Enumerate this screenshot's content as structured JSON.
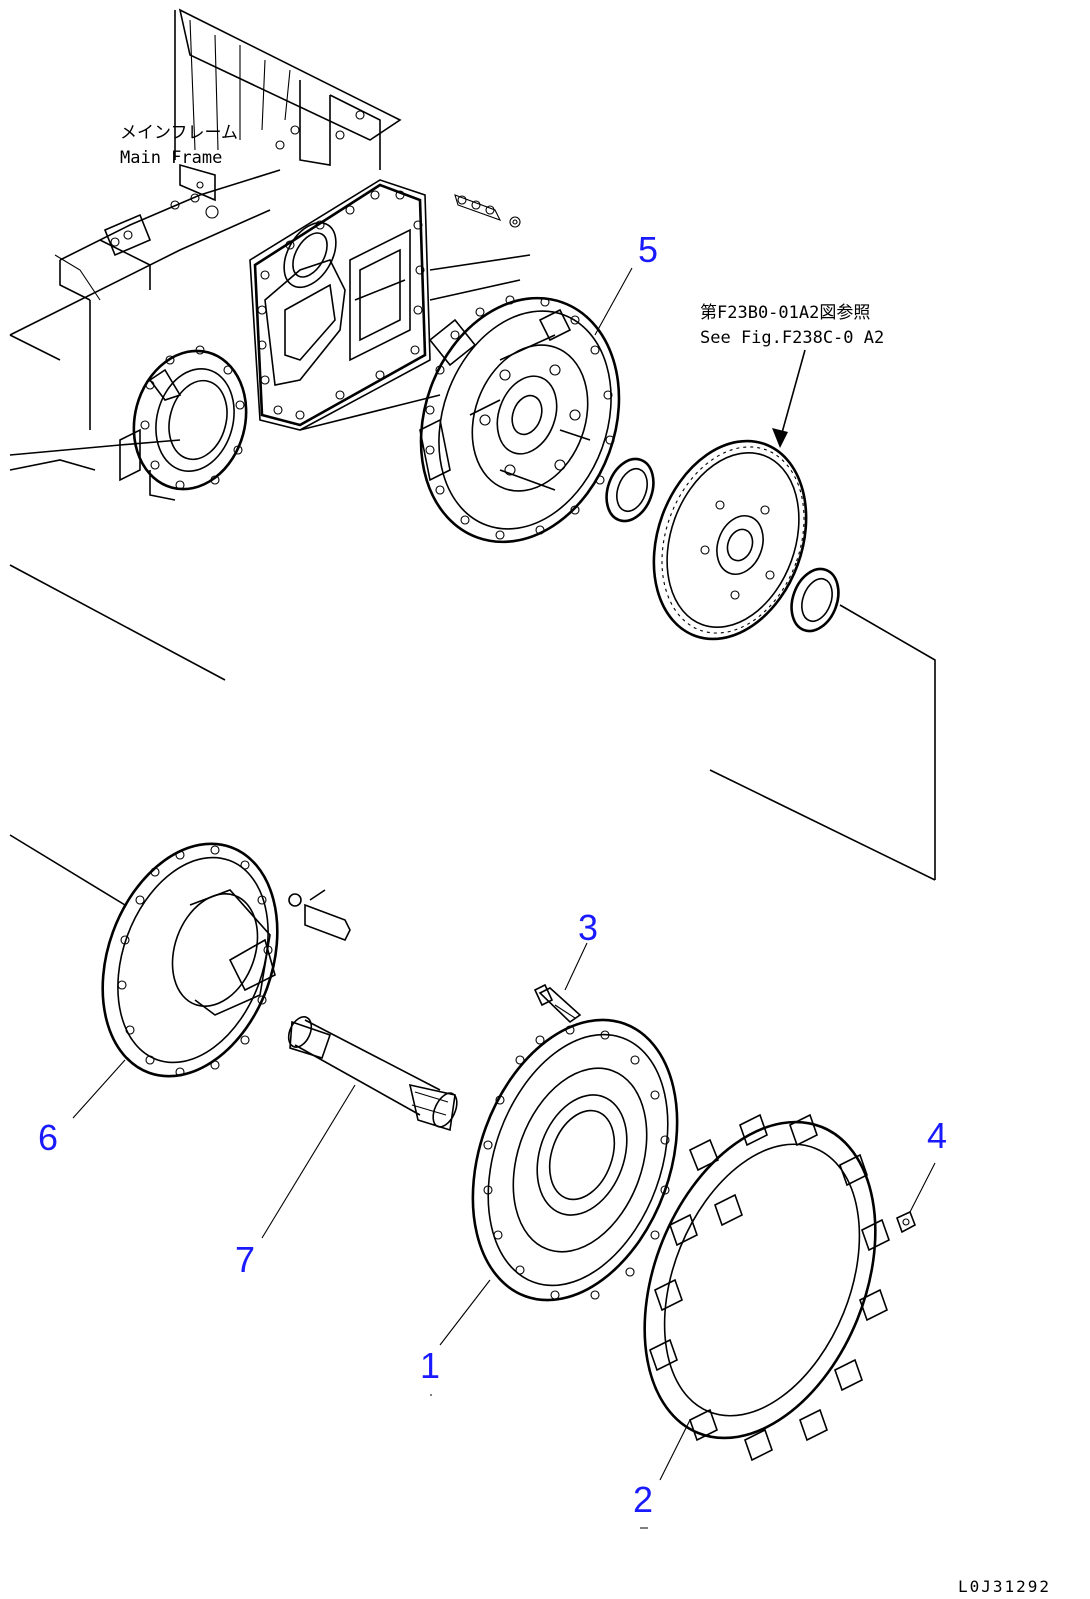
{
  "labels": {
    "main_frame_jp": "メインフレーム",
    "main_frame_en": "Main Frame",
    "ref_jp": "第F23B0-01A2図参照",
    "ref_en": "See Fig.F238C-0 A2",
    "figure_id": "L0J31292"
  },
  "callouts": {
    "c1": "1",
    "c2": "2",
    "c3": "3",
    "c4": "4",
    "c5": "5",
    "c6": "6",
    "c7": "7"
  },
  "colors": {
    "callout": "#1a1aff",
    "line": "#000000",
    "background": "#ffffff"
  }
}
